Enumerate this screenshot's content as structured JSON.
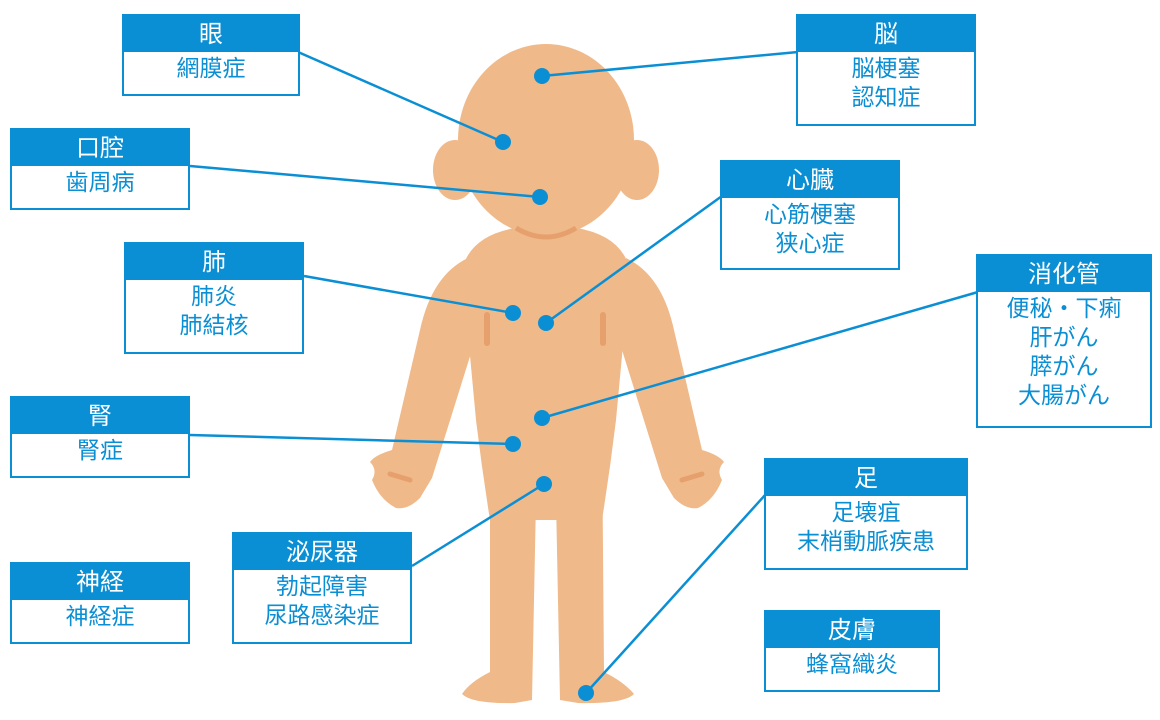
{
  "colors": {
    "accent": "#0b8fd4",
    "skin": "#f0b989",
    "skin_shadow": "#e6a06e",
    "background": "#ffffff"
  },
  "labels": [
    {
      "id": "eye",
      "title": "眼",
      "items": [
        "網膜症"
      ]
    },
    {
      "id": "brain",
      "title": "脳",
      "items": [
        "脳梗塞",
        "認知症"
      ]
    },
    {
      "id": "oral",
      "title": "口腔",
      "items": [
        "歯周病"
      ]
    },
    {
      "id": "heart",
      "title": "心臓",
      "items": [
        "心筋梗塞",
        "狭心症"
      ]
    },
    {
      "id": "lung",
      "title": "肺",
      "items": [
        "肺炎",
        "肺結核"
      ]
    },
    {
      "id": "digestive",
      "title": "消化管",
      "items": [
        "便秘・下痢",
        "肝がん",
        "膵がん",
        "大腸がん"
      ]
    },
    {
      "id": "kidney",
      "title": "腎",
      "items": [
        "腎症"
      ]
    },
    {
      "id": "foot",
      "title": "足",
      "items": [
        "足壊疽",
        "末梢動脈疾患"
      ]
    },
    {
      "id": "urinary",
      "title": "泌尿器",
      "items": [
        "勃起障害",
        "尿路感染症"
      ]
    },
    {
      "id": "nerve",
      "title": "神経",
      "items": [
        "神経症"
      ]
    },
    {
      "id": "skin",
      "title": "皮膚",
      "items": [
        "蜂窩織炎"
      ]
    }
  ]
}
